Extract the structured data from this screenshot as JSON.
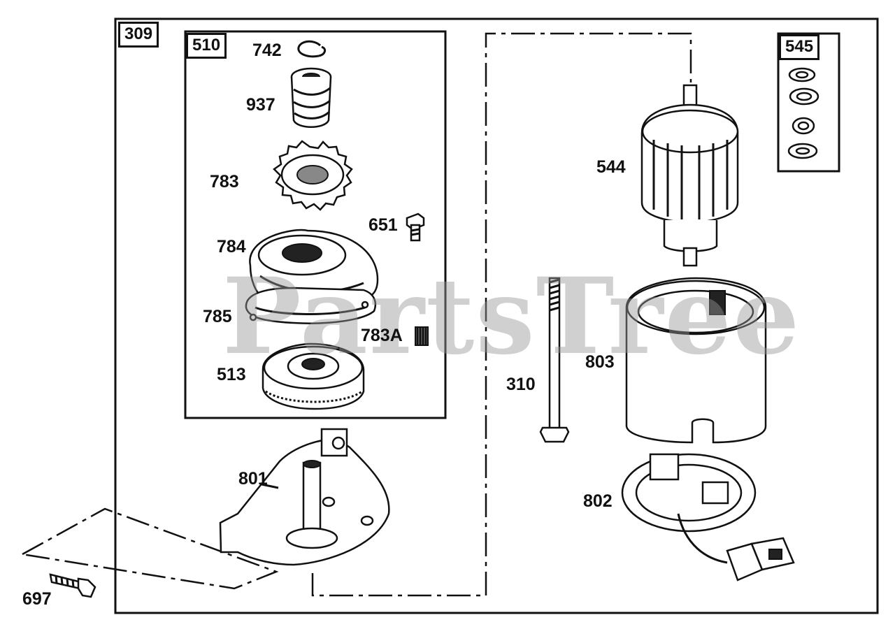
{
  "diagram": {
    "frame_label": "309",
    "groups": {
      "kit_left": "510",
      "kit_washers": "545"
    },
    "watermark": "PartsTree",
    "callouts": {
      "p742": "742",
      "p937": "937",
      "p783": "783",
      "p651": "651",
      "p784": "784",
      "p785": "785",
      "p783a": "783A",
      "p513": "513",
      "p801": "801",
      "p697": "697",
      "p544": "544",
      "p310": "310",
      "p803": "803",
      "p802": "802"
    }
  }
}
